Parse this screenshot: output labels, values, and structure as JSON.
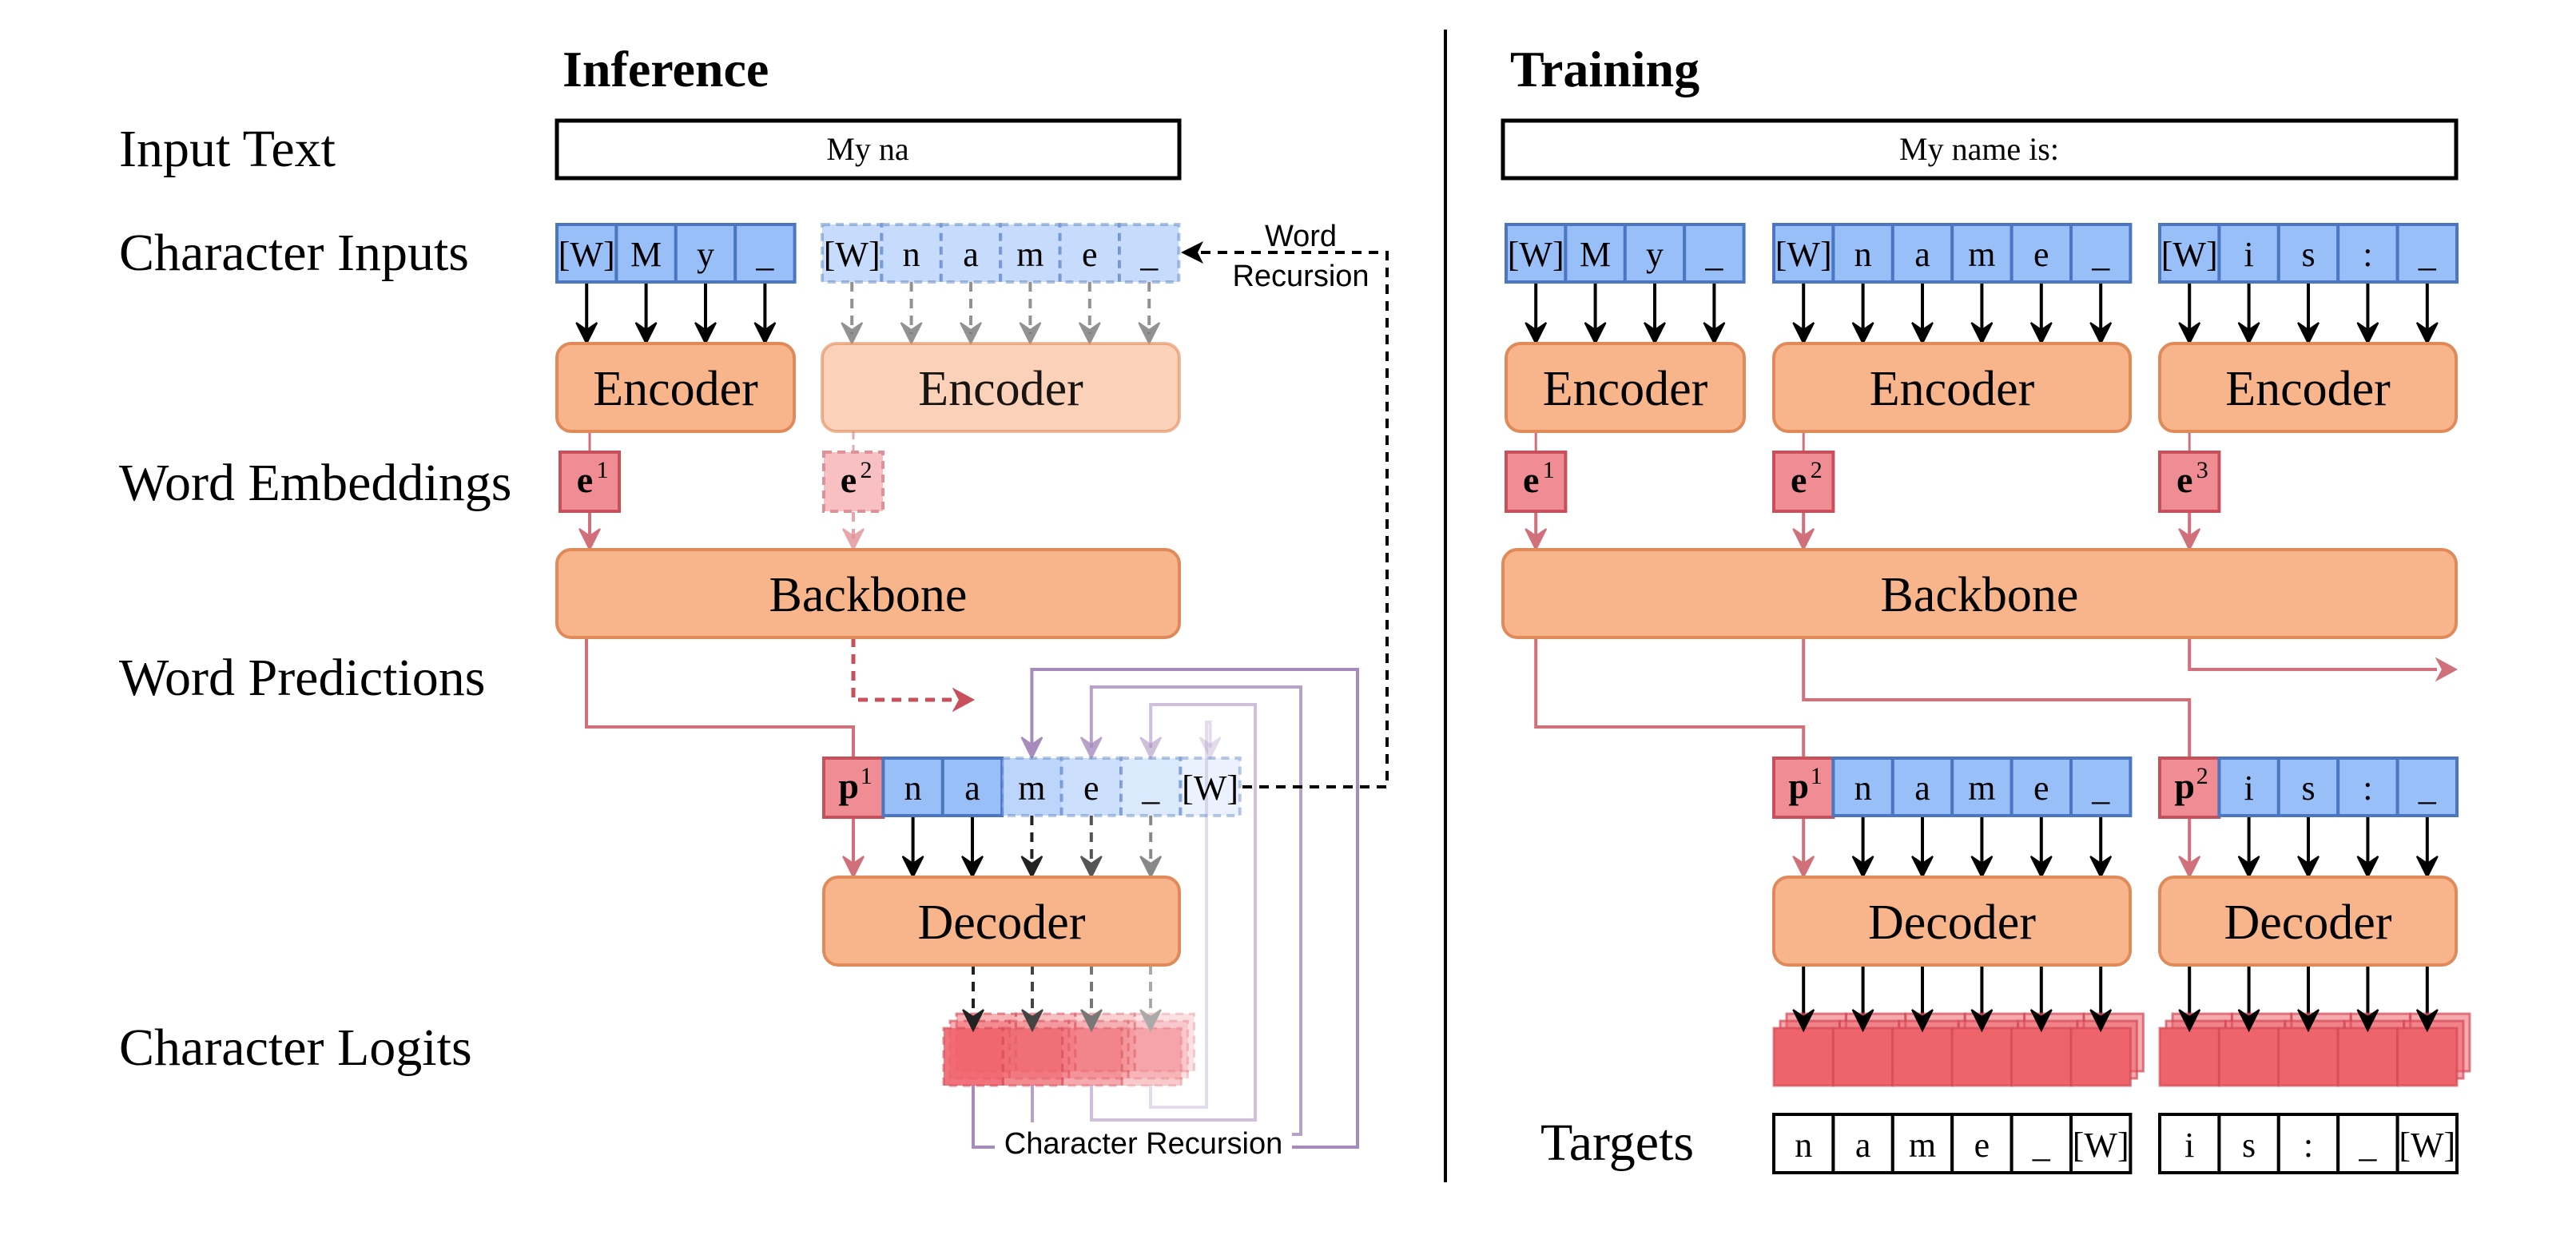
{
  "row_labels": {
    "input_text": "Input Text",
    "character_inputs": "Character Inputs",
    "word_embeddings": "Word Embeddings",
    "word_predictions": "Word Predictions",
    "character_logits": "Character Logits"
  },
  "inference": {
    "title": "Inference",
    "input_text": "My na",
    "char_groups": [
      {
        "cells": [
          "[W]",
          "M",
          "y",
          "_"
        ],
        "state": "active"
      },
      {
        "cells": [
          "[W]",
          "n",
          "a",
          "m",
          "e",
          "_"
        ],
        "state": "pending"
      }
    ],
    "encoders": [
      {
        "label": "Encoder",
        "state": "active"
      },
      {
        "label": "Encoder",
        "state": "pending"
      }
    ],
    "embeddings": [
      {
        "symbol": "e",
        "index": "1",
        "state": "active"
      },
      {
        "symbol": "e",
        "index": "2",
        "state": "pending"
      }
    ],
    "backbone_label": "Backbone",
    "prediction_row": {
      "vector": {
        "symbol": "p",
        "index": "1"
      },
      "cells": [
        {
          "char": "n",
          "state": "active"
        },
        {
          "char": "a",
          "state": "active"
        },
        {
          "char": "m",
          "state": "recursive"
        },
        {
          "char": "e",
          "state": "recursive"
        },
        {
          "char": "_",
          "state": "recursive"
        },
        {
          "char": "[W]",
          "state": "recursive"
        }
      ]
    },
    "decoder_label": "Decoder",
    "logit_count": 4,
    "word_recursion_label_line1": "Word",
    "word_recursion_label_line2": "Recursion",
    "character_recursion_label": "Character Recursion"
  },
  "training": {
    "title": "Training",
    "input_text": "My name is:",
    "char_groups": [
      {
        "cells": [
          "[W]",
          "M",
          "y",
          "_"
        ]
      },
      {
        "cells": [
          "[W]",
          "n",
          "a",
          "m",
          "e",
          "_"
        ]
      },
      {
        "cells": [
          "[W]",
          "i",
          "s",
          ":",
          "_"
        ]
      }
    ],
    "encoders": [
      "Encoder",
      "Encoder",
      "Encoder"
    ],
    "embeddings": [
      {
        "symbol": "e",
        "index": "1"
      },
      {
        "symbol": "e",
        "index": "2"
      },
      {
        "symbol": "e",
        "index": "3"
      }
    ],
    "backbone_label": "Backbone",
    "prediction_groups": [
      {
        "vector": {
          "symbol": "p",
          "index": "1"
        },
        "cells": [
          "n",
          "a",
          "m",
          "e",
          "_"
        ]
      },
      {
        "vector": {
          "symbol": "p",
          "index": "2"
        },
        "cells": [
          "i",
          "s",
          ":",
          "_"
        ]
      }
    ],
    "decoders": [
      "Decoder",
      "Decoder"
    ],
    "targets_label": "Targets",
    "target_groups": [
      [
        "n",
        "a",
        "m",
        "e",
        "_",
        "[W]"
      ],
      [
        "i",
        "s",
        ":",
        "_",
        "[W]"
      ]
    ]
  },
  "colors": {
    "char_blue": "#99bff9",
    "char_blue_border": "#4b77c2",
    "block_orange": "#f8b48b",
    "block_orange_border": "#e08a5a",
    "vector_red": "#f08c93",
    "vector_red_border": "#c8505a",
    "logit_red": "#ef636b",
    "arrow_red": "#d0707a",
    "recursion_purple": "#a78bbd"
  }
}
